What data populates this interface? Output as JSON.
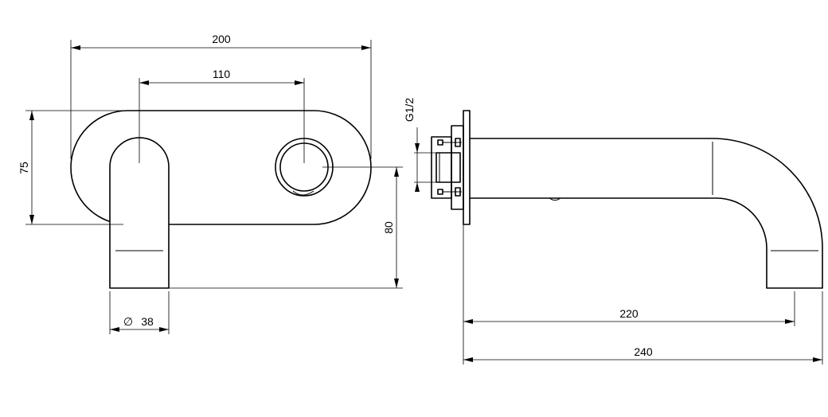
{
  "dimensions": {
    "plate_width": "200",
    "handle_spacing": "110",
    "plate_height": "75",
    "spout_drop": "80",
    "spout_diameter_symbol": "∅",
    "spout_diameter": "38",
    "thread_size": "G1/2",
    "spout_reach_inner": "220",
    "spout_reach_total": "240"
  },
  "colors": {
    "line": "#000000",
    "background": "#ffffff"
  }
}
